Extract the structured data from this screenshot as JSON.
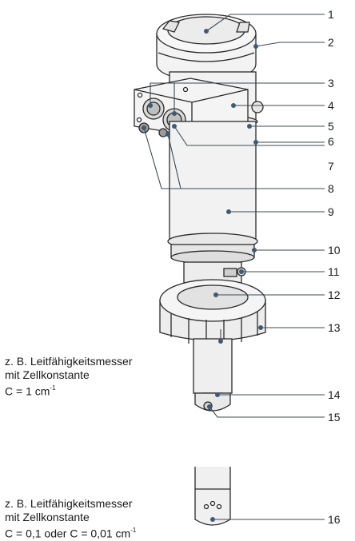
{
  "labels": [
    "1",
    "2",
    "3",
    "4",
    "5",
    "6",
    "7",
    "8",
    "9",
    "10",
    "11",
    "12",
    "13",
    "14",
    "15",
    "16"
  ],
  "caption_top": {
    "line1": "z. B. Leitfähigkeitsmesser",
    "line2": "mit Zellkonstante",
    "line3_pre": "C = 1 cm",
    "line3_sup": "-1"
  },
  "caption_bottom": {
    "line1": "z. B. Leitfähigkeitsmesser",
    "line2": "mit Zellkonstante",
    "line3_pre": "C = 0,1 oder C = 0,01 cm",
    "line3_sup": "-1"
  },
  "colors": {
    "callout_dot": "#3f5b74",
    "outline": "#2a2a2a",
    "housing_fill": "#f2f2f2"
  }
}
